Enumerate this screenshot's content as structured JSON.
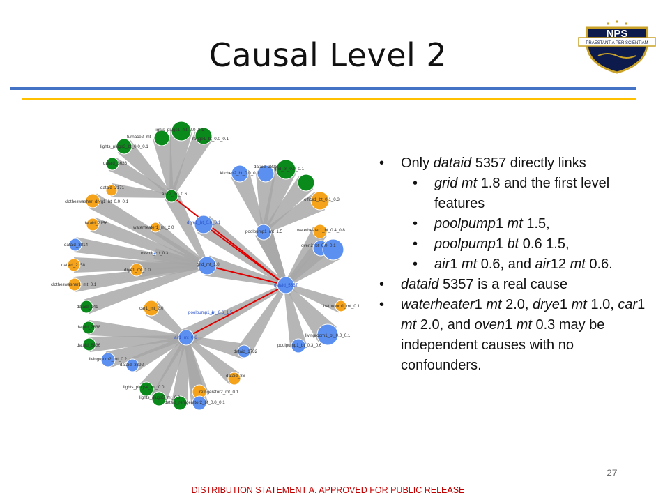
{
  "slide": {
    "title": "Causal Level 2",
    "page_number": "27",
    "footer": "DISTRIBUTION STATEMENT A. APPROVED FOR PUBLIC RELEASE"
  },
  "logo": {
    "text": "NPS",
    "motto": "PRAESTANTIA PER SCIENTIAM",
    "colors": {
      "navy": "#0c1a4c",
      "gold": "#c9a227"
    }
  },
  "colors": {
    "green": "#0a8a1a",
    "orange": "#f5a31a",
    "blue": "#5b8ff0",
    "edge": "#a6a6a6",
    "causal": "#e00000"
  },
  "graph": {
    "labels": [
      "lights_plugs1_mt_0.0_0.1",
      "furnace2_mt",
      "range1_bt_0.0_0.1",
      "lights_plugs3_bt_0.0_0.1",
      "dataid_3628",
      "kitchen2_bt_0.0_0.1",
      "dataid_3893",
      "grid_bt_0.0_0.1",
      "office1_bt_0.1_0.3",
      "dataid_2171",
      "air12_mt_0.6",
      "clotheswasher_dryg1_bt_0.0_0.1",
      "dataid_2156",
      "waterheater1_mt_2.0",
      "drye1_bt_0.0_0.1",
      "poolpump1_mt_1.5",
      "waterheater1_bt_0.4_0.8",
      "oven2_bt_0.0_0.1",
      "dataid_3814",
      "oven1_mt_0.3",
      "dataid_2158",
      "drye1_mt_1.0",
      "grid_mt_1.8",
      "dataid_5357",
      "clotheswasher1_mt_0.1",
      "dataid_141",
      "car1_mt_2.0",
      "poolpump1_bt_0.6_1.5",
      "bathroom1_mt_0.1",
      "dataid_2638",
      "livingroom1_bt_0.0_0.1",
      "dataid_6836",
      "air1_mt_0.6",
      "poolpump1_bt_0.3_0.6",
      "dataid_1782",
      "livingroom2_mt_0.2",
      "dataid_3392",
      "dataid_86",
      "lights_plugs4_mt_0.0",
      "refrigerator2_mt_0.1",
      "lights_plugs5_mt_0.0",
      "dataid_refrigerator2_bt_0.0_0.1"
    ]
  },
  "bullets": [
    {
      "parts": [
        {
          "t": "Only ",
          "i": false
        },
        {
          "t": "dataid",
          "i": true
        },
        {
          "t": " 5357 directly links",
          "i": false
        }
      ],
      "sub": [
        [
          {
            "t": "grid mt",
            "i": true
          },
          {
            "t": " 1.8 and the first level features",
            "i": false
          }
        ],
        [
          {
            "t": "poolpump",
            "i": true
          },
          {
            "t": "1 ",
            "i": false
          },
          {
            "t": "mt",
            "i": true
          },
          {
            "t": " 1.5,",
            "i": false
          }
        ],
        [
          {
            "t": "poolpump",
            "i": true
          },
          {
            "t": "1 ",
            "i": false
          },
          {
            "t": "bt",
            "i": true
          },
          {
            "t": " 0.6 1.5,",
            "i": false
          }
        ],
        [
          {
            "t": "air",
            "i": true
          },
          {
            "t": "1 ",
            "i": false
          },
          {
            "t": "mt",
            "i": true
          },
          {
            "t": " 0.6, and ",
            "i": false
          },
          {
            "t": "air",
            "i": true
          },
          {
            "t": "12 ",
            "i": false
          },
          {
            "t": "mt",
            "i": true
          },
          {
            "t": " 0.6.",
            "i": false
          }
        ]
      ]
    },
    {
      "parts": [
        {
          "t": "dataid",
          "i": true
        },
        {
          "t": " 5357 is a real cause",
          "i": false
        }
      ],
      "sub": []
    },
    {
      "parts": [
        {
          "t": "waterheater",
          "i": true
        },
        {
          "t": "1 ",
          "i": false
        },
        {
          "t": "mt",
          "i": true
        },
        {
          "t": " 2.0, ",
          "i": false
        },
        {
          "t": "drye",
          "i": true
        },
        {
          "t": "1 ",
          "i": false
        },
        {
          "t": "mt",
          "i": true
        },
        {
          "t": " 1.0, ",
          "i": false
        },
        {
          "t": "car",
          "i": true
        },
        {
          "t": "1 ",
          "i": false
        },
        {
          "t": "mt",
          "i": true
        },
        {
          "t": " 2.0, and ",
          "i": false
        },
        {
          "t": "oven",
          "i": true
        },
        {
          "t": "1 ",
          "i": false
        },
        {
          "t": "mt",
          "i": true
        },
        {
          "t": " 0.3 may be independent causes with no confounders.",
          "i": false
        }
      ],
      "sub": []
    }
  ]
}
